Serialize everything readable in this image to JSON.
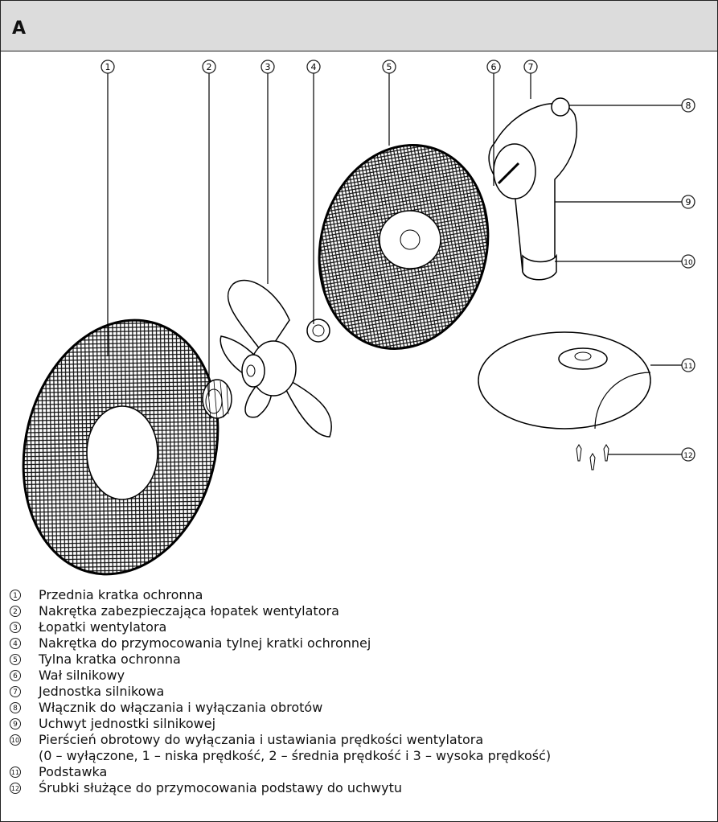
{
  "header": {
    "section_letter": "A"
  },
  "callouts": [
    "1",
    "2",
    "3",
    "4",
    "5",
    "6",
    "7",
    "8",
    "9",
    "10",
    "11",
    "12"
  ],
  "legend": [
    {
      "num": "1",
      "text": "Przednia kratka ochronna"
    },
    {
      "num": "2",
      "text": "Nakrętka zabezpieczająca łopatek wentylatora"
    },
    {
      "num": "3",
      "text": "Łopatki wentylatora"
    },
    {
      "num": "4",
      "text": "Nakrętka do przymocowania tylnej kratki ochronnej"
    },
    {
      "num": "5",
      "text": "Tylna kratka ochronna"
    },
    {
      "num": "6",
      "text": "Wał silnikowy"
    },
    {
      "num": "7",
      "text": "Jednostka silnikowa"
    },
    {
      "num": "8",
      "text": "Włącznik do włączania i wyłączania obrotów"
    },
    {
      "num": "9",
      "text": "Uchwyt jednostki silnikowej"
    },
    {
      "num": "10",
      "text": "Pierścień obrotowy do wyłączania i ustawiania prędkości wentylatora"
    },
    {
      "num": "11",
      "text": "Podstawka"
    },
    {
      "num": "12",
      "text": "Śrubki służące do przymocowania podstawy do uchwytu"
    }
  ],
  "legend_continuation": "(0 – wyłączone, 1 – niska prędkość, 2 – średnia prędkość i 3 – wysoka prędkość)"
}
